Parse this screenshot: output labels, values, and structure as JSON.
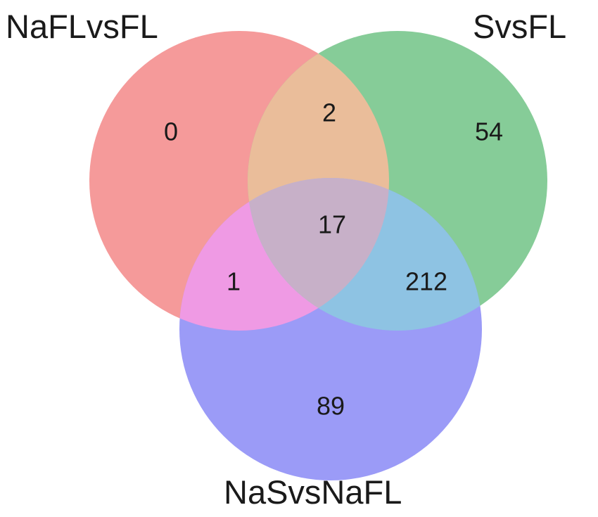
{
  "sets": [
    {
      "id": "a",
      "label": "NaFLvsFL",
      "color": "#f59a9a"
    },
    {
      "id": "b",
      "label": "SvsFL",
      "color": "#86cc98"
    },
    {
      "id": "c",
      "label": "NaSvsNaFL",
      "color": "#9b9bf7"
    }
  ],
  "regions": {
    "a_only": "0",
    "ab_only": "2",
    "b_only": "54",
    "abc": "17",
    "ac_only": "1",
    "bc_only": "212",
    "c_only": "89"
  },
  "overlap_colors": {
    "ab": "#eabd9a",
    "ac": "#ef9ae4",
    "bc": "#8ec3e3",
    "abc": "#c7b0c8"
  }
}
